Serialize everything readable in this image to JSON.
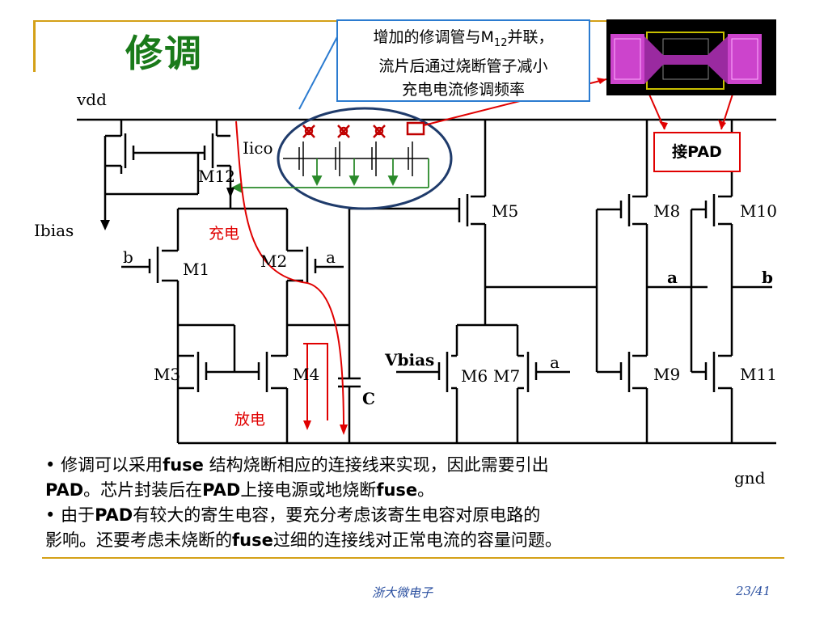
{
  "title": "修调",
  "callout": {
    "line1_pre": "增加的修调管与M",
    "line1_sub": "12",
    "line1_post": "并联，",
    "line2": "流片后通过烧断管子减小",
    "line3": "充电电流修调频率"
  },
  "pad_label": "接PAD",
  "labels": {
    "vdd": "vdd",
    "gnd": "gnd",
    "ibias": "Ibias",
    "iico": "Iico",
    "m12": "M12",
    "m1": "M1",
    "m2": "M2",
    "m3": "M3",
    "m4": "M4",
    "m5": "M5",
    "m6": "M6",
    "m7": "M7",
    "m8": "M8",
    "m9": "M9",
    "m10": "M10",
    "m11": "M11",
    "b_left": "b",
    "a_left": "a",
    "a_mid": "a",
    "a_m7": "a",
    "b_right": "b",
    "vbias": "Vbias",
    "cap": "C",
    "charge": "充电",
    "discharge": "放电"
  },
  "bullets": {
    "b1_a": "修调可以采用",
    "b1_b": "fuse",
    "b1_c": " 结构烧断相应的连接线来实现，因此需要引出",
    "b1_d": "PAD",
    "b1_e": "。芯片封装后在",
    "b1_f": "PAD",
    "b1_g": "上接电源或地烧断",
    "b1_h": "fuse",
    "b1_i": "。",
    "b2_a": "由于",
    "b2_b": "PAD",
    "b2_c": "有较大的寄生电容，要充分考虑该寄生电容对原电路的",
    "b2_d": "影响。还要考虑未烧断的",
    "b2_e": "fuse",
    "b2_f": "过细的连接线对正常电流的容量问题。"
  },
  "footer": {
    "org": "浙大微电子",
    "page": "23/41"
  },
  "colors": {
    "title": "#1a7a1a",
    "accent_line": "#d4a017",
    "callout_border": "#2b7bd0",
    "red": "#e00000",
    "green": "#2a8a2a",
    "footer": "#2a4fa0"
  }
}
